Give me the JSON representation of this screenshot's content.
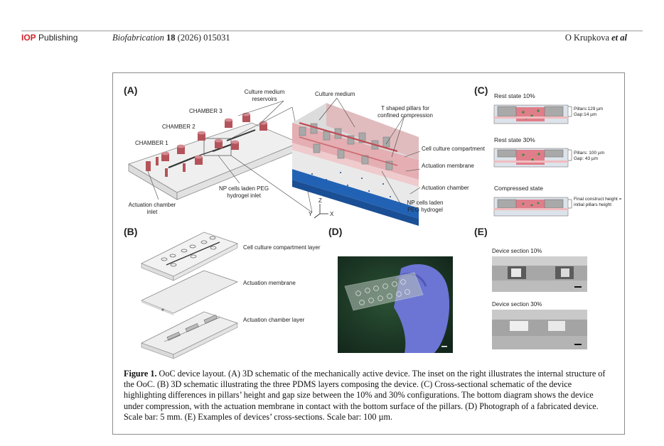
{
  "header": {
    "publisher_mark": "IOP",
    "publisher_word": "Publishing",
    "journal_name": "Biofabrication",
    "volume": "18",
    "year": "(2026)",
    "article_id": "015031",
    "authors": "O Krupkova",
    "et_al": "et al"
  },
  "panel_a": {
    "label": "(A)",
    "chamber_3": "CHAMBER 3",
    "chamber_2": "CHAMBER 2",
    "chamber_1": "CHAMBER 1",
    "reservoirs": "Culture medium reservoirs",
    "actuation_inlet": "Actuation chamber inlet",
    "hydrogel_inlet": "NP cells laden PEG hydrogel inlet",
    "inset_culture_medium": "Culture medium",
    "inset_pillars": "T shaped pillars for confined compression",
    "inset_compartment": "Cell culture compartment",
    "inset_membrane": "Actuation membrane",
    "inset_chamber": "Actuation chamber",
    "inset_hydrogel": "NP cells laden PEG hydrogel",
    "axis_z": "Z",
    "axis_y": "Y",
    "axis_x": "X"
  },
  "panel_b": {
    "label": "(B)",
    "layer_top": "Cell culture compartment layer",
    "layer_mid": "Actuation membrane",
    "layer_bottom": "Actuation chamber layer"
  },
  "panel_c": {
    "label": "(C)",
    "rest10_title": "Rest state 10%",
    "rest10_pillars": "Pillars:129 µm",
    "rest10_gap": "Gap:14 µm",
    "rest30_title": "Rest state 30%",
    "rest30_pillars": "Pillars: 100 µm",
    "rest30_gap": "Gap: 43 µm",
    "compressed_title": "Compressed state",
    "compressed_note": "Final construct height = initial pillars height"
  },
  "panel_d": {
    "label": "(D)"
  },
  "panel_e": {
    "label": "(E)",
    "section10": "Device section 10%",
    "section30": "Device section 30%"
  },
  "caption": {
    "figure_label": "Figure 1.",
    "text": "OoC device layout. (A) 3D schematic of the mechanically active device. The inset on the right illustrates the internal structure of the OoC. (B) 3D schematic illustrating the three PDMS layers composing the device. (C) Cross-sectional schematic of the device highlighting differences in pillars’ height and gap size between the 10% and 30% configurations. The bottom diagram shows the device under compression, with the actuation membrane in contact with the bottom surface of the pillars. (D) Photograph of a fabricated device. Scale bar: 5 mm. (E) Examples of devices’ cross-sections. Scale bar: 100 µm."
  },
  "colors": {
    "publisher_red": "#d2232a",
    "reservoir_red": "#b5535a",
    "compartment_pink": "#e3a3a8",
    "chamber_blue": "#2262b4",
    "pillar_grey": "#a9a9a9",
    "cell_green": "#2f8f3a",
    "photo_green": "#1d3a25",
    "glove_blue": "#6c75d3"
  }
}
